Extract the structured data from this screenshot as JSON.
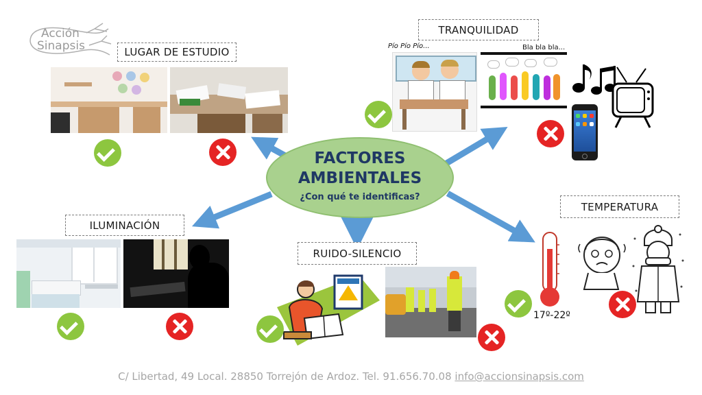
{
  "logo": {
    "line1": "Acción",
    "line2": "Sinapsis"
  },
  "center": {
    "title_line1": "FACTORES",
    "title_line2": "AMBIENTALES",
    "subtitle": "¿Con qué te identificas?"
  },
  "categories": {
    "lugar_estudio": "LUGAR DE ESTUDIO",
    "tranquilidad": "TRANQUILIDAD",
    "iluminacion": "ILUMINACIÓN",
    "ruido_silencio": "RUIDO-SILENCIO",
    "temperatura": "TEMPERATURA"
  },
  "captions": {
    "pio": "Pío Pío Pío...",
    "bla": "Bla bla bla...",
    "temp_range": "17º-22º"
  },
  "footer": {
    "address": "C/ Libertad, 49 Local. 28850 Torrejón de Ardoz. Tel. 91.656.70.08",
    "email": "info@accionsinapsis.com"
  },
  "colors": {
    "ok": "#8dc63f",
    "no": "#e52424",
    "arrow": "#5b9bd5",
    "ellipse": "#a9d18e",
    "title": "#1f3864"
  }
}
